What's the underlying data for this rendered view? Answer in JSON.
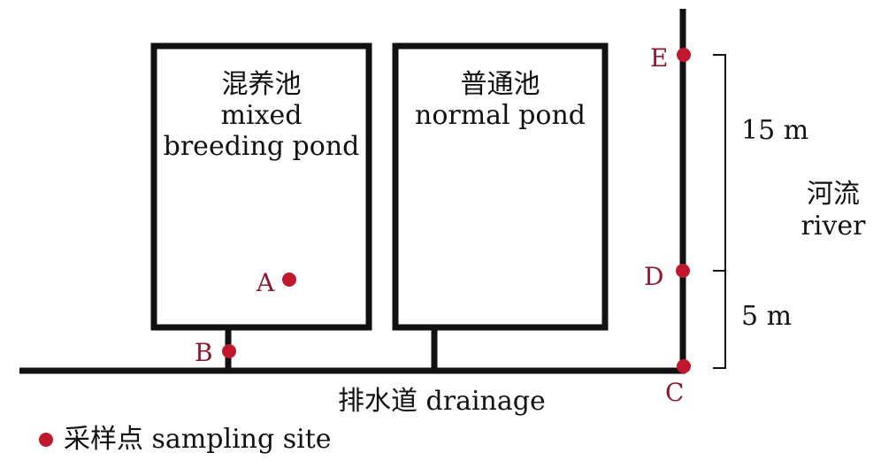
{
  "ponds": [
    {
      "zh": "混养池",
      "en_line1": "mixed",
      "en_line2": "breeding pond"
    },
    {
      "zh": "普通池",
      "en_line1": "normal pond",
      "en_line2": ""
    }
  ],
  "river": {
    "zh": "河流",
    "en": "river"
  },
  "distances": {
    "upper": "15 m",
    "lower": "5 m"
  },
  "drainage_label": "排水道 drainage",
  "sites": {
    "A": "A",
    "B": "B",
    "C": "C",
    "D": "D",
    "E": "E"
  },
  "legend": {
    "label": "采样点 sampling site"
  },
  "colors": {
    "site_marker": "#c0192e",
    "site_label": "#8b1a2e",
    "line": "#111111"
  }
}
